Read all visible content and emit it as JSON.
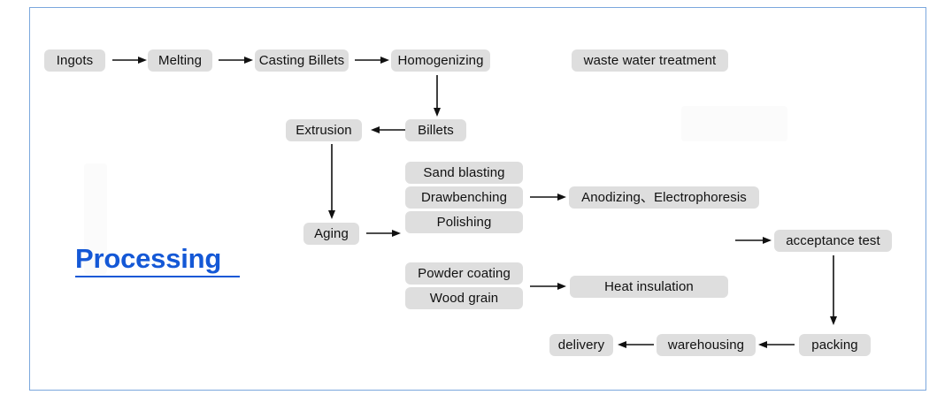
{
  "diagram": {
    "title": "Processing",
    "frame_color": "#7ba7dd",
    "node_fill": "#dedede",
    "accent_color": "#1458d6",
    "nodes": [
      {
        "id": "ingots",
        "label": "Ingots"
      },
      {
        "id": "melting",
        "label": "Melting"
      },
      {
        "id": "casting-billets",
        "label": "Casting Billets"
      },
      {
        "id": "homogenizing",
        "label": "Homogenizing"
      },
      {
        "id": "waste-water",
        "label": "waste water treatment"
      },
      {
        "id": "billets",
        "label": "Billets"
      },
      {
        "id": "extrusion",
        "label": "Extrusion"
      },
      {
        "id": "aging",
        "label": "Aging"
      },
      {
        "id": "sand-blasting",
        "label": "Sand blasting"
      },
      {
        "id": "drawbenching",
        "label": "Drawbenching"
      },
      {
        "id": "polishing",
        "label": "Polishing"
      },
      {
        "id": "anodizing",
        "label": "Anodizing、Electrophoresis"
      },
      {
        "id": "powder-coating",
        "label": "Powder coating"
      },
      {
        "id": "wood-grain",
        "label": "Wood grain"
      },
      {
        "id": "heat-insulation",
        "label": "Heat insulation"
      },
      {
        "id": "acceptance-test",
        "label": "acceptance test"
      },
      {
        "id": "packing",
        "label": "packing"
      },
      {
        "id": "warehousing",
        "label": "warehousing"
      },
      {
        "id": "delivery",
        "label": "delivery"
      }
    ],
    "edges": [
      {
        "from": "ingots",
        "to": "melting",
        "direction": "right"
      },
      {
        "from": "melting",
        "to": "casting-billets",
        "direction": "right"
      },
      {
        "from": "casting-billets",
        "to": "homogenizing",
        "direction": "right"
      },
      {
        "from": "homogenizing",
        "to": "billets",
        "direction": "down"
      },
      {
        "from": "billets",
        "to": "extrusion",
        "direction": "left"
      },
      {
        "from": "extrusion",
        "to": "aging",
        "direction": "down"
      },
      {
        "from": "aging",
        "to": "surface-stack",
        "direction": "right"
      },
      {
        "from": "drawbenching",
        "to": "anodizing",
        "direction": "right"
      },
      {
        "from": "coating-stack",
        "to": "heat-insulation",
        "direction": "right"
      },
      {
        "from": "anodizing",
        "to": "acceptance-test",
        "direction": "right"
      },
      {
        "from": "acceptance-test",
        "to": "packing",
        "direction": "down"
      },
      {
        "from": "packing",
        "to": "warehousing",
        "direction": "left"
      },
      {
        "from": "warehousing",
        "to": "delivery",
        "direction": "left"
      }
    ]
  }
}
